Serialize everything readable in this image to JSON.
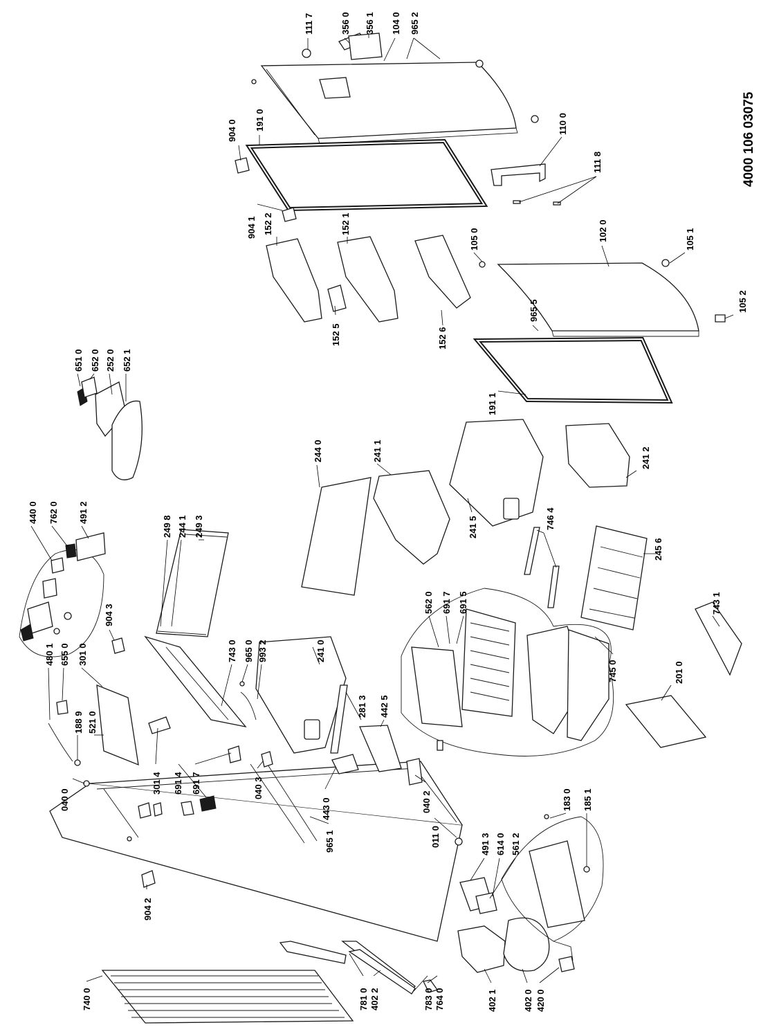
{
  "document_number": "4000 106 03075",
  "labels": {
    "p1117": "111 7",
    "p3560": "356 0",
    "p3561": "356 1",
    "p1040": "104 0",
    "p9652": "965 2",
    "p9040": "904 0",
    "p1910": "191 0",
    "p1100": "110 0",
    "p1118": "111 8",
    "p9041": "904 1",
    "p1522": "152 2",
    "p1521": "152 1",
    "p1050": "105 0",
    "p1020": "102 0",
    "p1051": "105 1",
    "p1525": "152 5",
    "p1526": "152 6",
    "p9655": "965 5",
    "p1052": "105 2",
    "p6510": "651 0",
    "p6520": "652 0",
    "p2520": "252 0",
    "p6521": "652 1",
    "p1911": "191 1",
    "p4400": "440 0",
    "p7620": "762 0",
    "p4912": "491 2",
    "p2498": "249 8",
    "p2441": "244 1",
    "p2493": "249 3",
    "p2440": "244 0",
    "p2411": "241 1",
    "p2412": "241 2",
    "p2415": "241 5",
    "p7464": "746 4",
    "p2456": "245 6",
    "p5620": "562 0",
    "p6917b": "691 7",
    "p6915": "691 5",
    "p7450": "745 0",
    "p7431": "743 1",
    "p2010": "201 0",
    "p4801": "480 1",
    "p6550": "655 0",
    "p3010": "301 0",
    "p9043": "904 3",
    "p7430": "743 0",
    "p9650": "965 0",
    "p9932": "993 2",
    "p2410": "241 0",
    "p1889": "188 9",
    "p5210": "521 0",
    "p2813": "281 3",
    "p4425": "442 5",
    "p0400": "040 0",
    "p3014": "301 4",
    "p6914": "691 4",
    "p6917": "691 7",
    "p0403": "040 3",
    "p4430": "443 0",
    "p0402": "040 2",
    "p0110": "011 0",
    "p9651": "965 1",
    "p4913": "491 3",
    "p6140": "614 0",
    "p5612": "561 2",
    "p1830": "183 0",
    "p1851": "185 1",
    "p9042": "904 2",
    "p7400": "740 0",
    "p7810": "781 0",
    "p4022": "402 2",
    "p7830": "783 0",
    "p7640": "764 0",
    "p4021": "402 1",
    "p4020": "402 0",
    "p4200": "420 0"
  }
}
